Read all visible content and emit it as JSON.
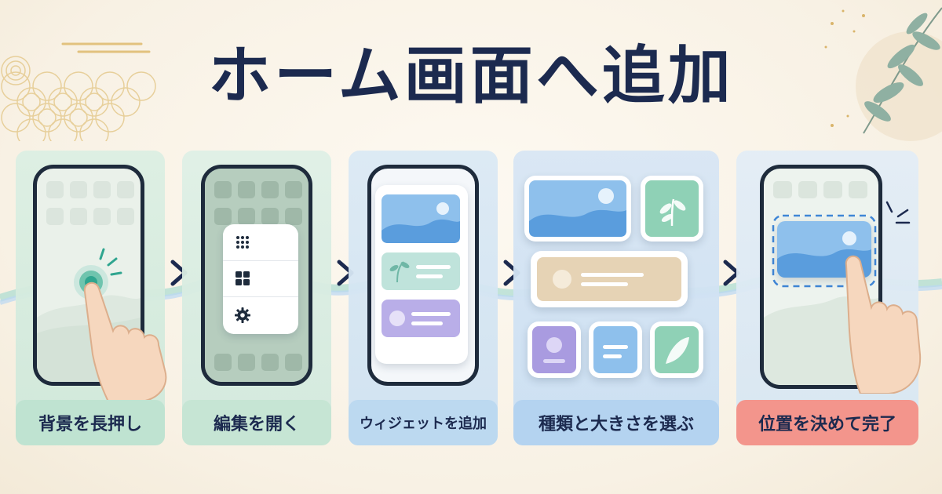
{
  "title": "ホーム画面へ追加",
  "steps": [
    {
      "label": "背景を長押し"
    },
    {
      "label": "編集を開く"
    },
    {
      "label": "ウィジェットを追加"
    },
    {
      "label": "種類と大きさを選ぶ"
    },
    {
      "label": "位置を決めて完了"
    }
  ],
  "icons": {
    "menu": [
      "apps-grid-icon",
      "widgets-icon",
      "gear-icon"
    ],
    "arrow": "chevron-right-icon"
  },
  "colors": {
    "title": "#1c2a4f",
    "step1": "#d6ebe0",
    "step2": "#d9ebe1",
    "step3": "#d5e6f3",
    "step4": "#cfe0f3",
    "step5": "#f5a39b",
    "accent_teal": "#2fa58f",
    "accent_blue": "#6aa9e3",
    "accent_purple": "#a99be0"
  }
}
